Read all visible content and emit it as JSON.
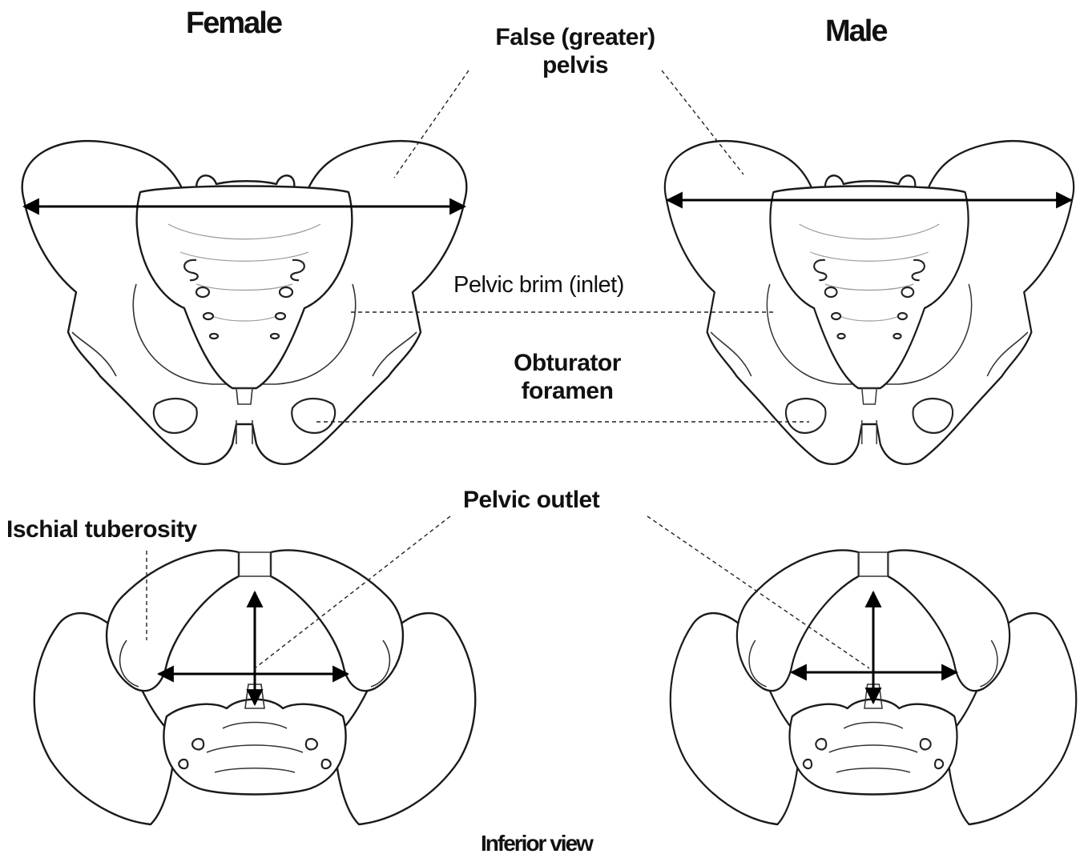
{
  "labels": {
    "female": "Female",
    "male": "Male",
    "false_pelvis": "False (greater)\npelvis",
    "pelvic_brim": "Pelvic brim (inlet)",
    "obturator": "Obturator\nforamen",
    "pelvic_outlet": "Pelvic outlet",
    "ischial_tuberosity": "Ischial tuberosity",
    "inferior_view": "Inferior view"
  },
  "colors": {
    "line": "#1a1a1a",
    "background": "#ffffff"
  }
}
